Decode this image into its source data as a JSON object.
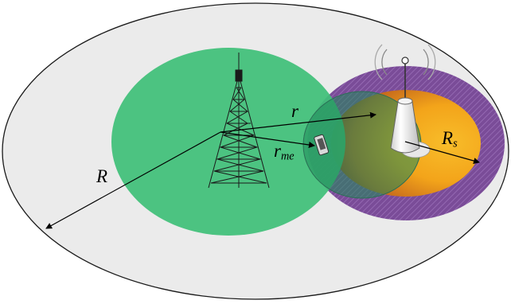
{
  "labels": {
    "R": "R",
    "r": "r",
    "r_me": {
      "base": "r",
      "sub": "me"
    },
    "R_s": {
      "base": "R",
      "sub": "s"
    }
  },
  "colors": {
    "outer_area": "#ebebeb",
    "macro_cell": "#43c07a",
    "small_cell_ring": "#7a4c98",
    "small_cell_core": "#f7b21d",
    "small_cell_core_dark": "#b5521e",
    "tower": "#1a1a1a",
    "arrow": "#000000"
  },
  "icons": {
    "macro_tower": "lattice-tower-icon",
    "small_cell_station": "small-cell-antenna-icon",
    "user_device": "mobile-phone-icon"
  }
}
